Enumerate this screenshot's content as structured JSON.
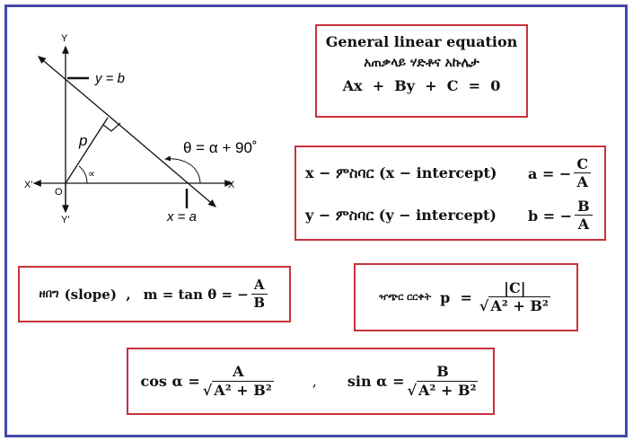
{
  "diagram": {
    "y_axis": "Y",
    "y_axis_neg": "Y'",
    "x_axis": "X",
    "x_axis_neg": "X'",
    "origin": "O",
    "p_label": "p",
    "alpha_label": "∝",
    "y_intercept_label": "y = b",
    "x_intercept_label": "x = a",
    "theta_label": "θ = α + 90˚"
  },
  "general": {
    "title": "General linear equation",
    "amharic": "አጠቃላይ ሃድቶና አኩሌታ",
    "equation": "Ax  +  By  +  C  =  0"
  },
  "intercepts": {
    "x_text": "x − ምስባር (x − intercept)",
    "x_lhs": "a = −",
    "x_num": "C",
    "x_den": "A",
    "y_text": "y − ምስባር (y − intercept)",
    "y_lhs": "b = −",
    "y_num": "B",
    "y_den": "A"
  },
  "slope": {
    "amharic": "ዘበግ",
    "text": "(slope)  ,",
    "lhs": "m = tan θ = −",
    "num": "A",
    "den": "B"
  },
  "distance": {
    "amharic": "ዣጭር ርርቀት",
    "lhs": "p  =",
    "num": "|C|",
    "den": "A² + B²"
  },
  "trig": {
    "cos_lhs": "cos α =",
    "cos_num": "A",
    "cos_den": "A² + B²",
    "sep": ",",
    "sin_lhs": "sin α =",
    "sin_num": "B",
    "sin_den": "A² + B²"
  },
  "colors": {
    "frame": "#4248a8",
    "box": "#c8323c"
  }
}
